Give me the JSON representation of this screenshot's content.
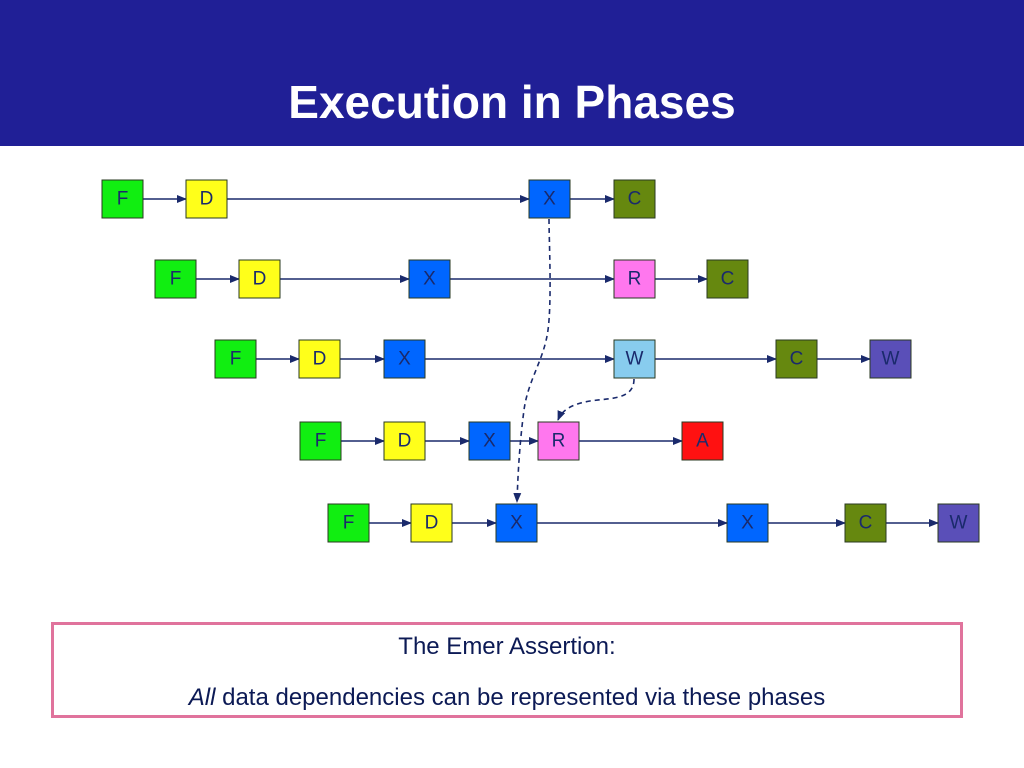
{
  "title": "Execution in Phases",
  "colors": {
    "header_bg": "#201f96",
    "F": "#11ee11",
    "D": "#ffff1a",
    "X": "#0066ff",
    "C": "#66880f",
    "R": "#ff77ee",
    "W_light": "#88ccee",
    "W_dark": "#5a4fb8",
    "A": "#ff1111",
    "arrow": "#1a2a6c",
    "box_border": "#e0739c"
  },
  "pipeline_rows": [
    {
      "stages": [
        {
          "label": "F",
          "kind": "F"
        },
        {
          "label": "D",
          "kind": "D"
        },
        {
          "label": "X",
          "kind": "X"
        },
        {
          "label": "C",
          "kind": "C"
        }
      ]
    },
    {
      "stages": [
        {
          "label": "F",
          "kind": "F"
        },
        {
          "label": "D",
          "kind": "D"
        },
        {
          "label": "X",
          "kind": "X"
        },
        {
          "label": "R",
          "kind": "R"
        },
        {
          "label": "C",
          "kind": "C"
        }
      ]
    },
    {
      "stages": [
        {
          "label": "F",
          "kind": "F"
        },
        {
          "label": "D",
          "kind": "D"
        },
        {
          "label": "X",
          "kind": "X"
        },
        {
          "label": "W",
          "kind": "W_light"
        },
        {
          "label": "C",
          "kind": "C"
        },
        {
          "label": "W",
          "kind": "W_dark"
        }
      ]
    },
    {
      "stages": [
        {
          "label": "F",
          "kind": "F"
        },
        {
          "label": "D",
          "kind": "D"
        },
        {
          "label": "X",
          "kind": "X"
        },
        {
          "label": "R",
          "kind": "R"
        },
        {
          "label": "A",
          "kind": "A"
        }
      ]
    },
    {
      "stages": [
        {
          "label": "F",
          "kind": "F"
        },
        {
          "label": "D",
          "kind": "D"
        },
        {
          "label": "X",
          "kind": "X"
        },
        {
          "label": "X",
          "kind": "X"
        },
        {
          "label": "C",
          "kind": "C"
        },
        {
          "label": "W",
          "kind": "W_dark"
        }
      ]
    }
  ],
  "dependencies": [
    {
      "from": {
        "row": 0,
        "stage": 2
      },
      "to": {
        "row": 4,
        "stage": 2
      }
    },
    {
      "from": {
        "row": 2,
        "stage": 3
      },
      "to": {
        "row": 3,
        "stage": 3
      }
    }
  ],
  "assertion": {
    "heading": "The Emer Assertion:",
    "emphasis": "All",
    "body": " data dependencies can be represented via these phases"
  }
}
